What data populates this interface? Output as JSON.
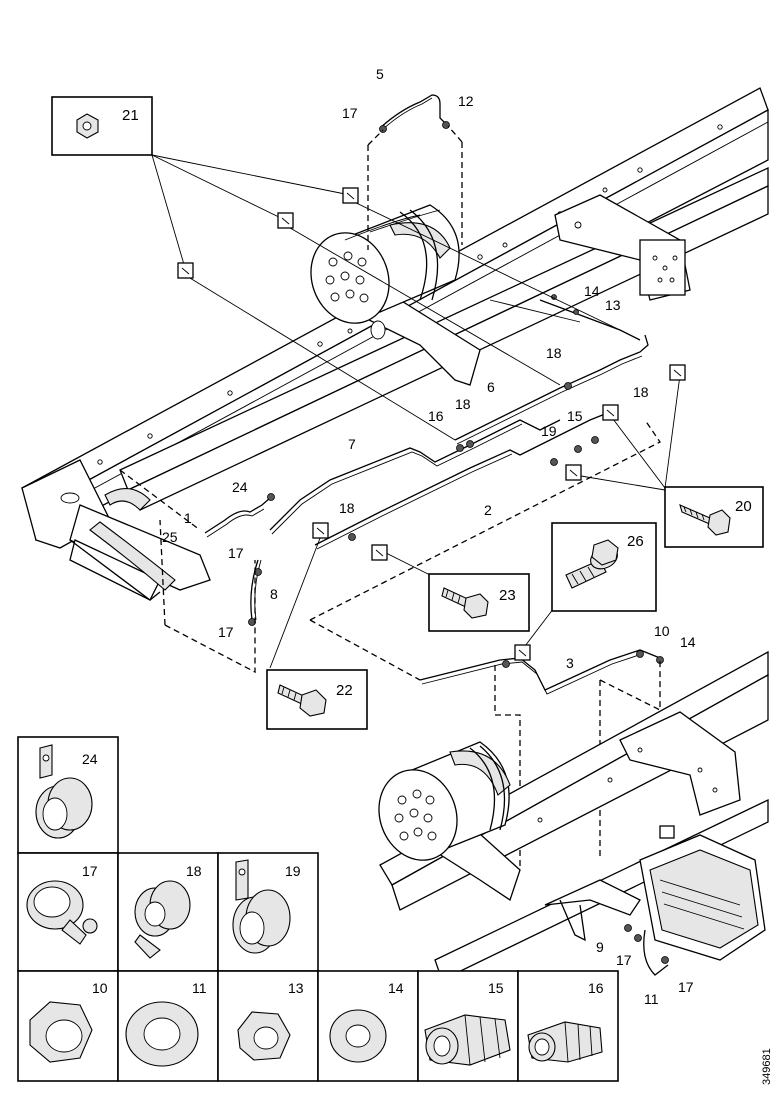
{
  "drawing_number": "349681",
  "callouts": {
    "c1": "1",
    "c2": "2",
    "c3": "3",
    "c5": "5",
    "c6": "6",
    "c7": "7",
    "c8": "8",
    "c9": "9",
    "c10": "10",
    "c11": "11",
    "c12": "12",
    "c13": "13",
    "c14": "14",
    "c15": "15",
    "c16": "16",
    "c17": "17",
    "c18": "18",
    "c19": "19",
    "c24": "24",
    "c25": "25"
  },
  "detail_boxes": {
    "d21": "21",
    "d20": "20",
    "d23": "23",
    "d22": "22",
    "d26": "26"
  },
  "legend_parts": {
    "p24": "24",
    "p17": "17",
    "p18": "18",
    "p19": "19",
    "p10": "10",
    "p11": "11",
    "p13": "13",
    "p14": "14",
    "p15": "15",
    "p16": "16"
  }
}
